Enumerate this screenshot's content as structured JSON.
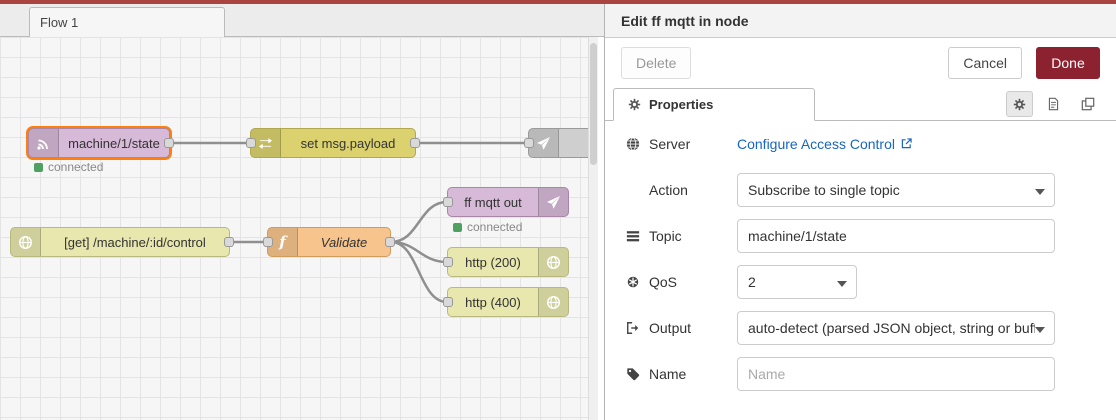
{
  "colors": {
    "topbar_red": "#AA4440",
    "done_red": "#8C2130",
    "selection_orange": "#FF7F0E",
    "status_green": "#4FA163",
    "link_blue": "#1766C2"
  },
  "workspace": {
    "tab_label": "Flow 1",
    "function_glyph": "f",
    "nodes": [
      {
        "label": "machine/1/state",
        "icon": "mqtt-icon",
        "status": "connected"
      },
      {
        "label": "set msg.payload",
        "icon": "swap-icon"
      },
      {
        "label": "",
        "icon": "paper-plane-icon"
      },
      {
        "label": "[get] /machine/:id/control",
        "icon": "globe-icon"
      },
      {
        "label": "Validate",
        "icon": "function-icon"
      },
      {
        "label": "ff mqtt out",
        "icon": "paper-plane-icon",
        "status": "connected"
      },
      {
        "label": "http (200)",
        "icon": "globe-icon"
      },
      {
        "label": "http (400)",
        "icon": "globe-icon"
      }
    ]
  },
  "panel": {
    "title": "Edit ff mqtt in node",
    "delete_label": "Delete",
    "cancel_label": "Cancel",
    "done_label": "Done",
    "tab_label": "Properties",
    "form": {
      "server_label": "Server",
      "server_link": "Configure Access Control",
      "action_label": "Action",
      "action_value": "Subscribe to single topic",
      "topic_label": "Topic",
      "topic_value": "machine/1/state",
      "qos_label": "QoS",
      "qos_value": "2",
      "output_label": "Output",
      "output_value": "auto-detect (parsed JSON object, string or buffer)",
      "name_label": "Name",
      "name_placeholder": "Name"
    }
  }
}
